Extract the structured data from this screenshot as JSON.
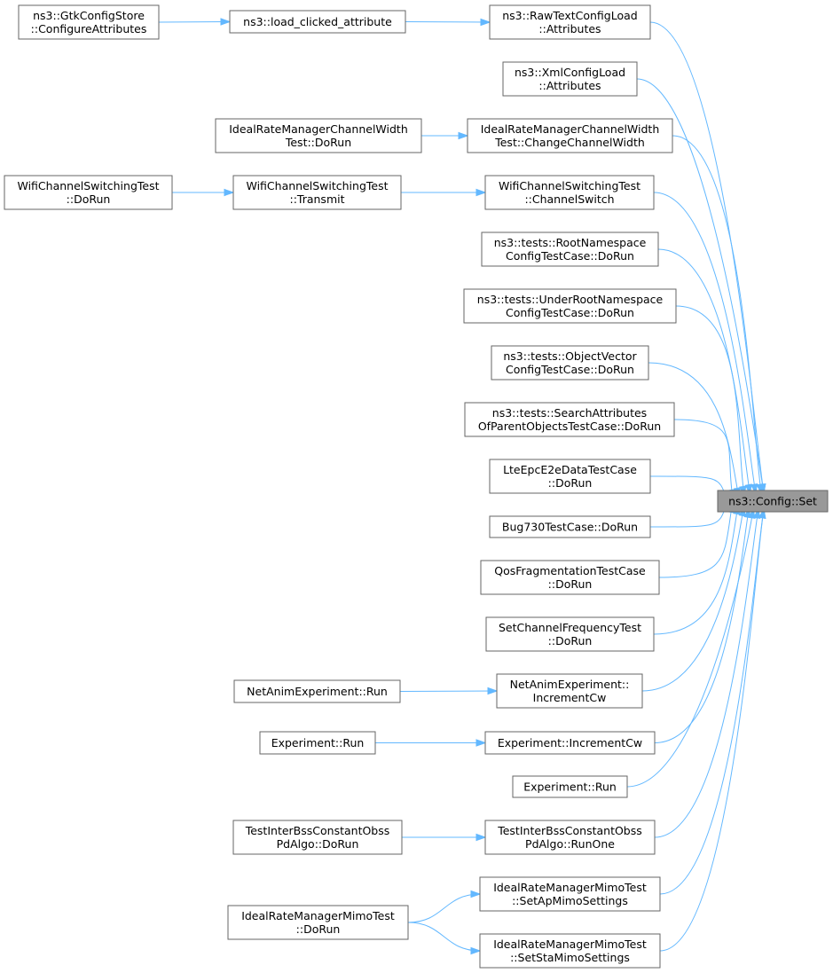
{
  "graph": {
    "root": "cfgset",
    "nodes": [
      {
        "id": "cfgset",
        "lines": [
          "ns3::Config::Set"
        ],
        "focus": true
      },
      {
        "id": "gtk",
        "lines": [
          "ns3::GtkConfigStore",
          "::ConfigureAttributes"
        ]
      },
      {
        "id": "lca",
        "lines": [
          "ns3::load_clicked_attribute"
        ]
      },
      {
        "id": "rawtext",
        "lines": [
          "ns3::RawTextConfigLoad",
          "::Attributes"
        ]
      },
      {
        "id": "xml",
        "lines": [
          "ns3::XmlConfigLoad",
          "::Attributes"
        ]
      },
      {
        "id": "irmcw_run",
        "lines": [
          "IdealRateManagerChannelWidth",
          "Test::DoRun"
        ]
      },
      {
        "id": "irmcw_ccw",
        "lines": [
          "IdealRateManagerChannelWidth",
          "Test::ChangeChannelWidth"
        ]
      },
      {
        "id": "wcst_run",
        "lines": [
          "WifiChannelSwitchingTest",
          "::DoRun"
        ]
      },
      {
        "id": "wcst_tx",
        "lines": [
          "WifiChannelSwitchingTest",
          "::Transmit"
        ]
      },
      {
        "id": "wcst_cs",
        "lines": [
          "WifiChannelSwitchingTest",
          "::ChannelSwitch"
        ]
      },
      {
        "id": "rootns",
        "lines": [
          "ns3::tests::RootNamespace",
          "ConfigTestCase::DoRun"
        ]
      },
      {
        "id": "underroot",
        "lines": [
          "ns3::tests::UnderRootNamespace",
          "ConfigTestCase::DoRun"
        ]
      },
      {
        "id": "objvec",
        "lines": [
          "ns3::tests::ObjectVector",
          "ConfigTestCase::DoRun"
        ]
      },
      {
        "id": "searchattr",
        "lines": [
          "ns3::tests::SearchAttributes",
          "OfParentObjectsTestCase::DoRun"
        ]
      },
      {
        "id": "lteepc",
        "lines": [
          "LteEpcE2eDataTestCase",
          "::DoRun"
        ]
      },
      {
        "id": "bug730",
        "lines": [
          "Bug730TestCase::DoRun"
        ]
      },
      {
        "id": "qosfrag",
        "lines": [
          "QosFragmentationTestCase",
          "::DoRun"
        ]
      },
      {
        "id": "setchfreq",
        "lines": [
          "SetChannelFrequencyTest",
          "::DoRun"
        ]
      },
      {
        "id": "netanim_run",
        "lines": [
          "NetAnimExperiment::Run"
        ]
      },
      {
        "id": "netanim_inc",
        "lines": [
          "NetAnimExperiment::",
          "IncrementCw"
        ]
      },
      {
        "id": "exp_run1",
        "lines": [
          "Experiment::Run"
        ]
      },
      {
        "id": "exp_inc",
        "lines": [
          "Experiment::IncrementCw"
        ]
      },
      {
        "id": "exp_run2",
        "lines": [
          "Experiment::Run"
        ]
      },
      {
        "id": "tibss_run",
        "lines": [
          "TestInterBssConstantObss",
          "PdAlgo::DoRun"
        ]
      },
      {
        "id": "tibss_one",
        "lines": [
          "TestInterBssConstantObss",
          "PdAlgo::RunOne"
        ]
      },
      {
        "id": "mimo_run",
        "lines": [
          "IdealRateManagerMimoTest",
          "::DoRun"
        ]
      },
      {
        "id": "mimo_ap",
        "lines": [
          "IdealRateManagerMimoTest",
          "::SetApMimoSettings"
        ]
      },
      {
        "id": "mimo_sta",
        "lines": [
          "IdealRateManagerMimoTest",
          "::SetStaMimoSettings"
        ]
      }
    ],
    "edges": [
      {
        "from": "gtk",
        "to": "lca"
      },
      {
        "from": "lca",
        "to": "rawtext"
      },
      {
        "from": "irmcw_run",
        "to": "irmcw_ccw"
      },
      {
        "from": "wcst_run",
        "to": "wcst_tx"
      },
      {
        "from": "wcst_tx",
        "to": "wcst_cs"
      },
      {
        "from": "netanim_run",
        "to": "netanim_inc"
      },
      {
        "from": "exp_run1",
        "to": "exp_inc"
      },
      {
        "from": "tibss_run",
        "to": "tibss_one"
      },
      {
        "from": "mimo_run",
        "to": "mimo_ap"
      },
      {
        "from": "mimo_run",
        "to": "mimo_sta"
      },
      {
        "from": "rawtext",
        "to": "cfgset"
      },
      {
        "from": "xml",
        "to": "cfgset"
      },
      {
        "from": "irmcw_ccw",
        "to": "cfgset"
      },
      {
        "from": "wcst_cs",
        "to": "cfgset"
      },
      {
        "from": "rootns",
        "to": "cfgset"
      },
      {
        "from": "underroot",
        "to": "cfgset"
      },
      {
        "from": "objvec",
        "to": "cfgset"
      },
      {
        "from": "searchattr",
        "to": "cfgset"
      },
      {
        "from": "lteepc",
        "to": "cfgset"
      },
      {
        "from": "bug730",
        "to": "cfgset"
      },
      {
        "from": "qosfrag",
        "to": "cfgset"
      },
      {
        "from": "setchfreq",
        "to": "cfgset"
      },
      {
        "from": "netanim_inc",
        "to": "cfgset"
      },
      {
        "from": "exp_inc",
        "to": "cfgset"
      },
      {
        "from": "exp_run2",
        "to": "cfgset"
      },
      {
        "from": "tibss_one",
        "to": "cfgset"
      },
      {
        "from": "mimo_ap",
        "to": "cfgset"
      },
      {
        "from": "mimo_sta",
        "to": "cfgset"
      }
    ]
  },
  "colors": {
    "edge": "#63b8ff",
    "node_border": "#666666",
    "focus_fill": "#999999"
  }
}
